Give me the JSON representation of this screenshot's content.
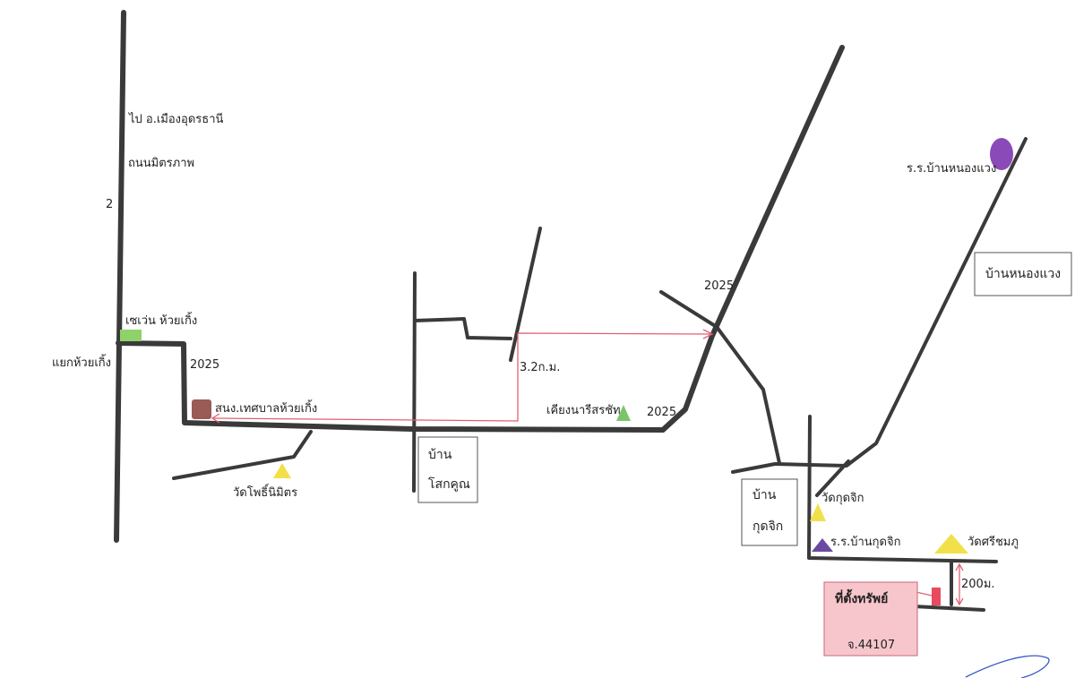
{
  "labels": {
    "to_udon": "ไป อ.เมืองอุดรธานี",
    "mittraphap": "ถนนมิตรภาพ",
    "hwy_2": "2",
    "seven_eleven": "เซเว่น ห้วยเกิ้ง",
    "huai_koeng_junction": "แยกห้วยเกิ้ง",
    "road_2025_a": "2025",
    "municipal_office": "สนง.เทศบาลห้วยเกิ้ง",
    "wat_pho_nimit": "วัดโพธิ์นิมิตร",
    "ban_sok_khun_1": "บ้าน",
    "ban_sok_khun_2": "โสกคูณ",
    "distance_3_2km": "3.2ก.ม.",
    "khiang_nari_sorachat": "เคียงนารีสรชัท",
    "road_2025_b": "2025",
    "road_2025_c": "2025",
    "school_nong_waeng": "ร.ร.บ้านหนองแวง",
    "ban_nong_waeng": "บ้านหนองแวง",
    "ban_kut_chik_1": "บ้าน",
    "ban_kut_chik_2": "กุดจิก",
    "wat_kut_chik": "วัดกุดจิก",
    "school_kut_chik": "ร.ร.บ้านกุดจิก",
    "wat_si_chomphu": "วัดศรีชมภู",
    "distance_200m": "200ม.",
    "property_location": "ที่ตั้งทรัพย์",
    "title_deed_no": "จ.44107"
  },
  "colors": {
    "road": "#3a3a3a",
    "route": "#e06070",
    "seven_eleven": "#8fd16a",
    "municipal_office": "#9a5a55",
    "temple": "#f2e04a",
    "landmark_green": "#7cc46a",
    "school_kut_chik": "#6a4aa0",
    "school_nong_waeng": "#8a4ab8",
    "property_box": "#f7c6cc",
    "property_marker": "#e84a5e"
  }
}
